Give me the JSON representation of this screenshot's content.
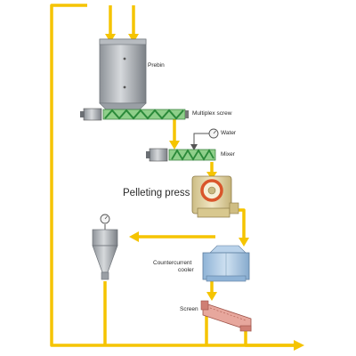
{
  "labels": {
    "prebin": "Prebin",
    "multiplex_screw": "Multiplex screw",
    "water": "Water",
    "mixer": "Mixer",
    "pelleting_press": "Pelleting press",
    "countercurrent_cooler_line1": "Countercurrent",
    "countercurrent_cooler_line2": "cooler",
    "screen": "Screen"
  },
  "colors": {
    "flow_line": "#f5c400",
    "screw_green": "#3aa84a",
    "steel_light": "#c9ccd0",
    "steel_dark": "#7d8288",
    "cooler_blue": "#a9c8e4",
    "screen_pink": "#d98a80",
    "press_tan": "#e6d7a3",
    "press_ring": "#d9552b"
  }
}
